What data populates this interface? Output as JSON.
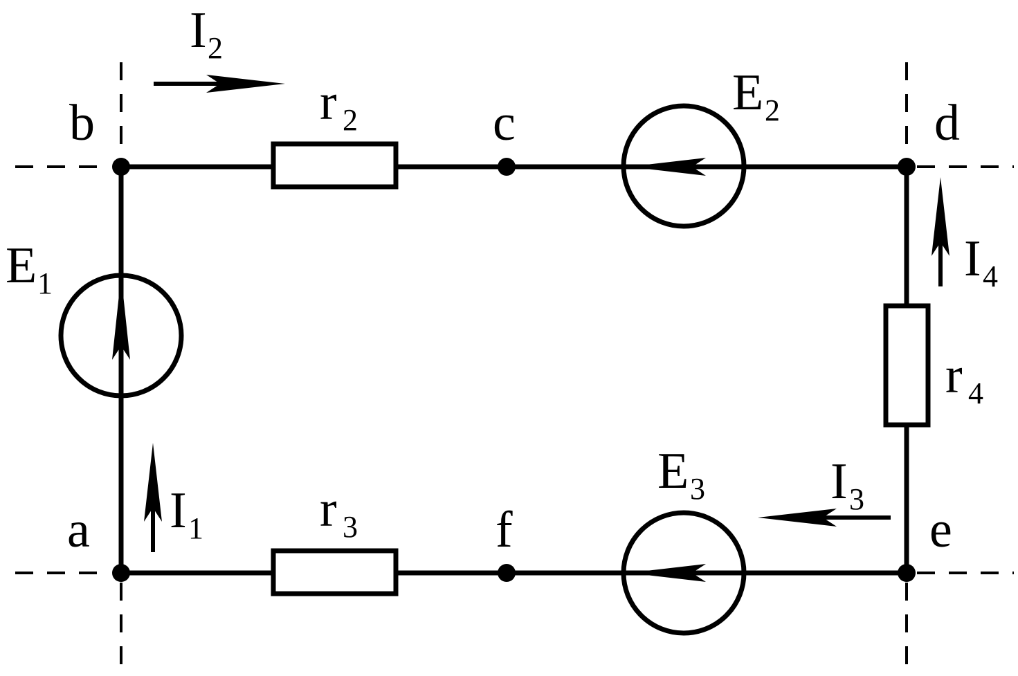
{
  "nodes": {
    "a": "a",
    "b": "b",
    "c": "c",
    "d": "d",
    "e": "e",
    "f": "f"
  },
  "sources": {
    "E1": {
      "main": "E",
      "sub": "1"
    },
    "E2": {
      "main": "E",
      "sub": "2"
    },
    "E3": {
      "main": "E",
      "sub": "3"
    }
  },
  "resistors": {
    "r2": {
      "main": "r",
      "sub": "2"
    },
    "r3": {
      "main": "r",
      "sub": "3"
    },
    "r4": {
      "main": "r",
      "sub": "4"
    }
  },
  "currents": {
    "I1": {
      "main": "I",
      "sub": "1"
    },
    "I2": {
      "main": "I",
      "sub": "2"
    },
    "I3": {
      "main": "I",
      "sub": "3"
    },
    "I4": {
      "main": "I",
      "sub": "4"
    }
  },
  "colors": {
    "line": "#000000",
    "background": "#ffffff"
  }
}
